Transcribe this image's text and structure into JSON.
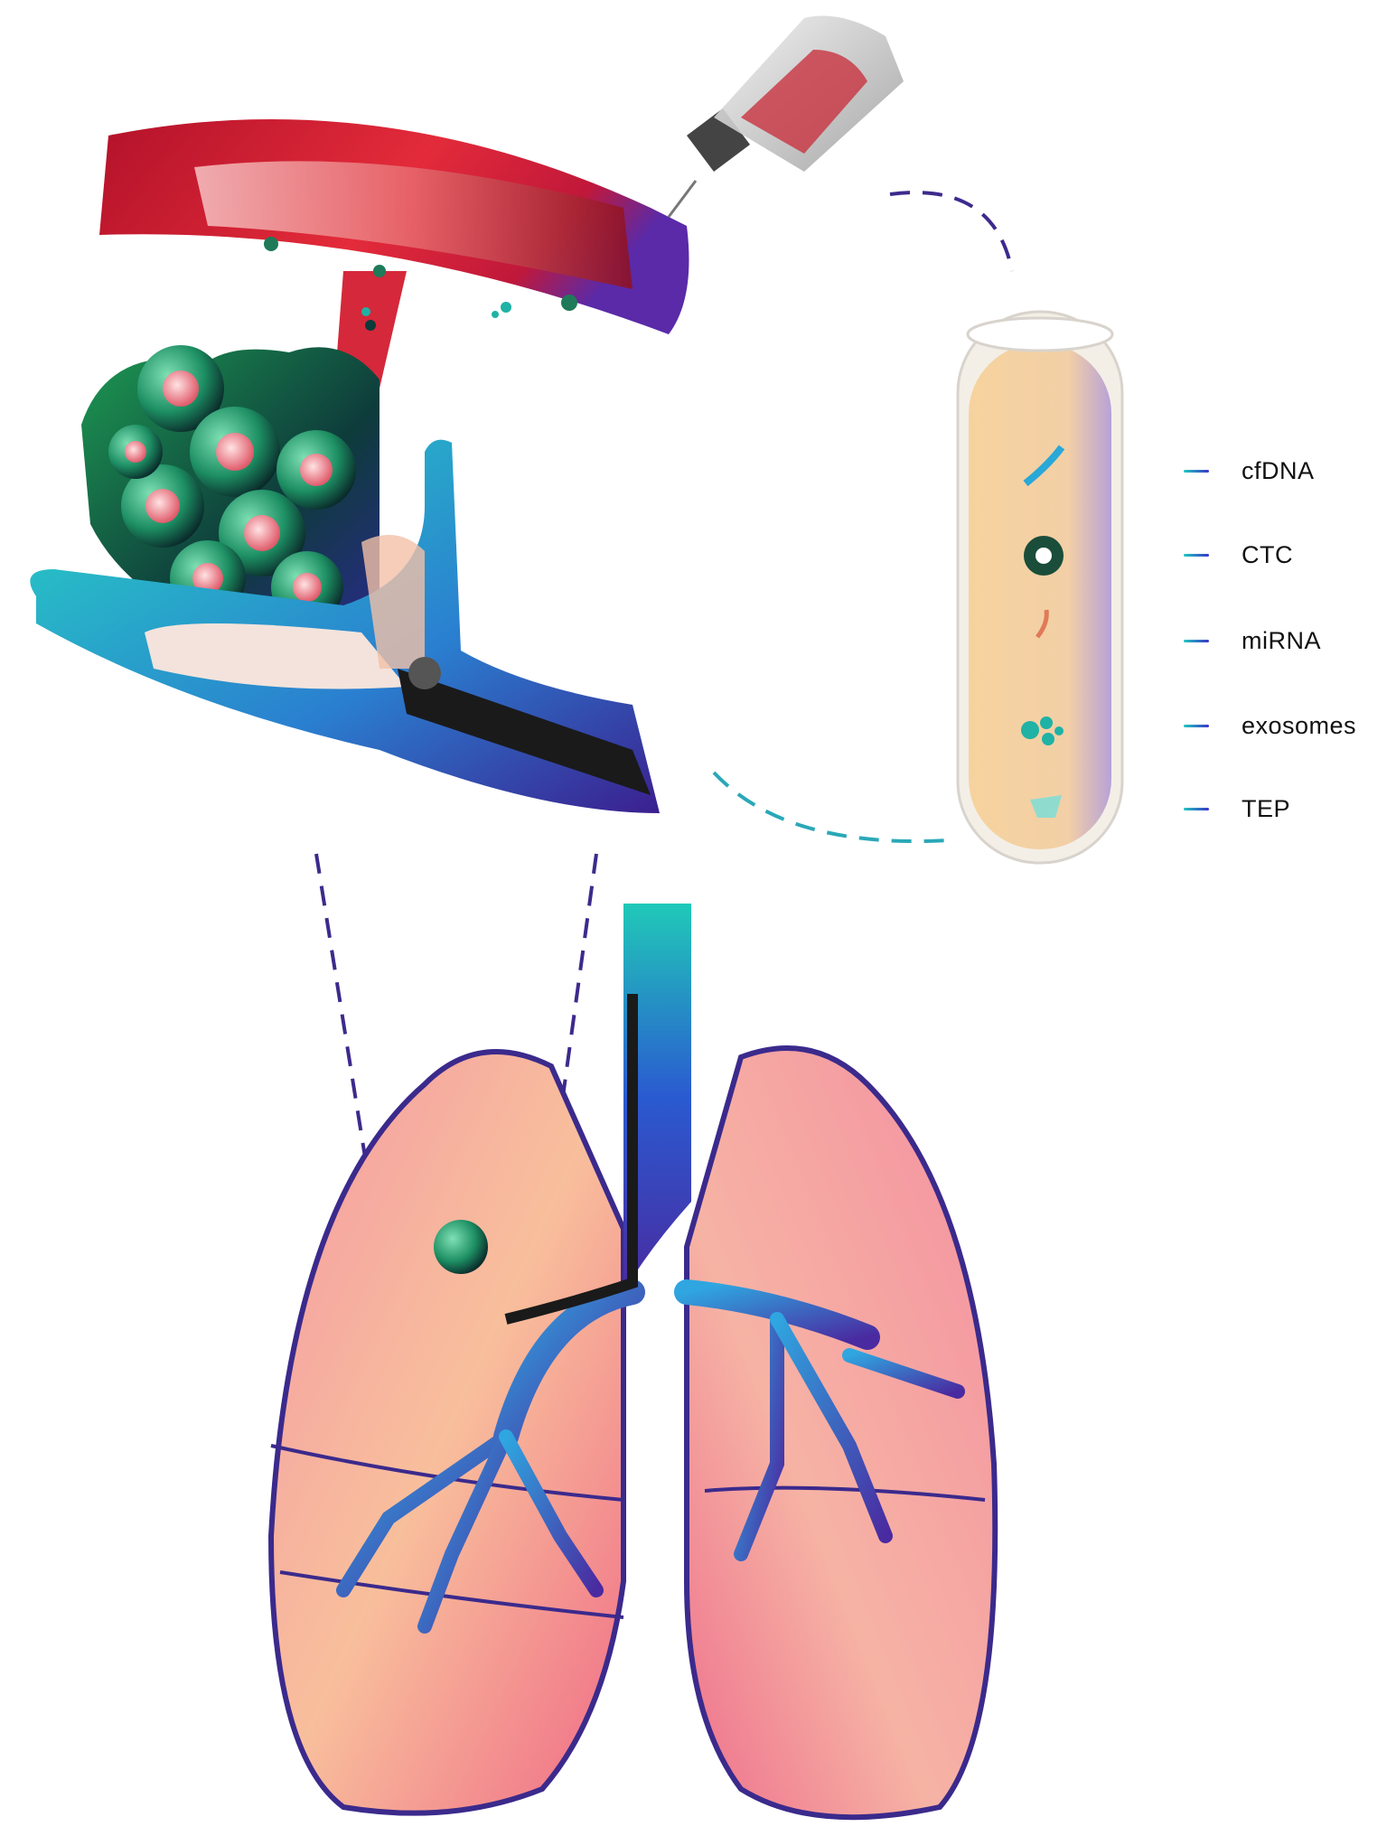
{
  "legend": {
    "items": [
      {
        "label": "cfDNA",
        "icon": "dna-icon"
      },
      {
        "label": "CTC",
        "icon": "ctc-cell-icon"
      },
      {
        "label": "miRNA",
        "icon": "mirna-strand-icon"
      },
      {
        "label": "exosomes",
        "icon": "exosomes-icon"
      },
      {
        "label": "TEP",
        "icon": "platelet-icon"
      }
    ]
  },
  "colors": {
    "blood_red": "#d4212f",
    "teal": "#20c9b8",
    "navy": "#3b1f8f",
    "lung_pink": "#f39aa0",
    "lung_peach": "#f8c7a0",
    "airway_blue": "#2f55c9",
    "tube_fluid": "#f6d6a6",
    "dashed_connector": "#3d2a8c"
  }
}
